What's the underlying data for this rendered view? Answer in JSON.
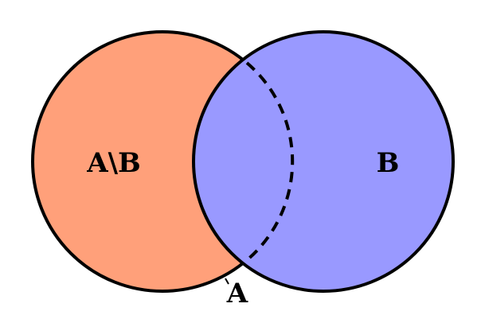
{
  "diagram": {
    "labels": {
      "difference": "A\\B",
      "set_b": "B",
      "set_a": "A"
    },
    "colors": {
      "set_a_fill": "#FFA07A",
      "set_b_fill": "#9999FF",
      "outline": "#000000",
      "background": "#FFFFFF"
    }
  }
}
